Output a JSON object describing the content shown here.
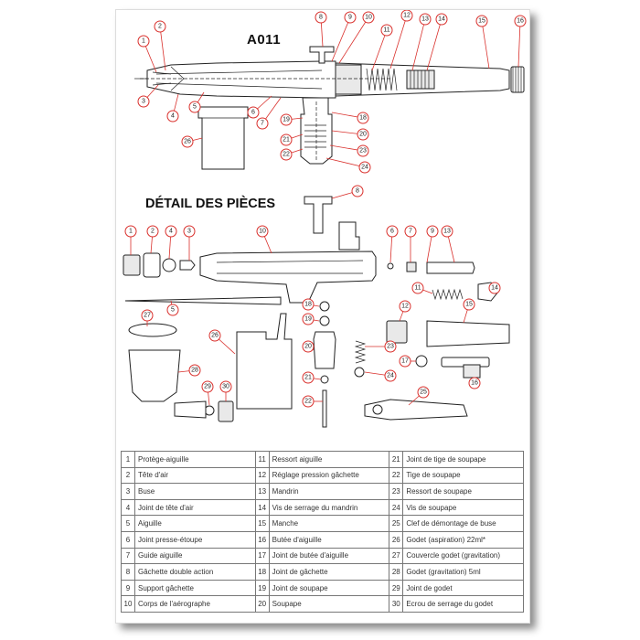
{
  "model": "A011",
  "section_title": "DÉTAIL DES PIÈCES",
  "top_callouts": [
    "1",
    "2",
    "3",
    "4",
    "5",
    "6",
    "7",
    "8",
    "9",
    "10",
    "11",
    "12",
    "13",
    "14",
    "15",
    "16",
    "19",
    "18",
    "21",
    "20",
    "22",
    "23",
    "24",
    "26"
  ],
  "detail_callouts": [
    "8",
    "1",
    "2",
    "4",
    "3",
    "10",
    "6",
    "7",
    "9",
    "13",
    "14",
    "11",
    "5",
    "12",
    "15",
    "18",
    "19",
    "27",
    "26",
    "20",
    "23",
    "17",
    "16",
    "21",
    "29",
    "28",
    "30",
    "22",
    "24",
    "25"
  ],
  "parts": [
    {
      "no": "1",
      "name": "Protège-aiguille"
    },
    {
      "no": "2",
      "name": "Tête d'air"
    },
    {
      "no": "3",
      "name": "Buse"
    },
    {
      "no": "4",
      "name": "Joint de tête d'air"
    },
    {
      "no": "5",
      "name": "Aiguille"
    },
    {
      "no": "6",
      "name": "Joint presse-étoupe"
    },
    {
      "no": "7",
      "name": "Guide aiguille"
    },
    {
      "no": "8",
      "name": "Gâchette double action"
    },
    {
      "no": "9",
      "name": "Support gâchette"
    },
    {
      "no": "10",
      "name": "Corps de l'aérographe"
    },
    {
      "no": "11",
      "name": "Ressort aiguille"
    },
    {
      "no": "12",
      "name": "Réglage pression gâchette"
    },
    {
      "no": "13",
      "name": "Mandrin"
    },
    {
      "no": "14",
      "name": "Vis de serrage du mandrin"
    },
    {
      "no": "15",
      "name": "Manche"
    },
    {
      "no": "16",
      "name": "Butée d'aiguille"
    },
    {
      "no": "17",
      "name": "Joint de butée d'aiguille"
    },
    {
      "no": "18",
      "name": "Joint de gâchette"
    },
    {
      "no": "19",
      "name": "Joint de soupape"
    },
    {
      "no": "20",
      "name": "Soupape"
    },
    {
      "no": "21",
      "name": "Joint de tige de soupape"
    },
    {
      "no": "22",
      "name": "Tige de soupape"
    },
    {
      "no": "23",
      "name": "Ressort de soupape"
    },
    {
      "no": "24",
      "name": "Vis de soupape"
    },
    {
      "no": "25",
      "name": "Clef de démontage de buse"
    },
    {
      "no": "26",
      "name": "Godet (aspiration) 22ml*"
    },
    {
      "no": "27",
      "name": "Couvercle godet (gravitation)"
    },
    {
      "no": "28",
      "name": "Godet (gravitation) 5ml"
    },
    {
      "no": "29",
      "name": "Joint de godet"
    },
    {
      "no": "30",
      "name": "Ecrou de serrage du godet"
    }
  ]
}
